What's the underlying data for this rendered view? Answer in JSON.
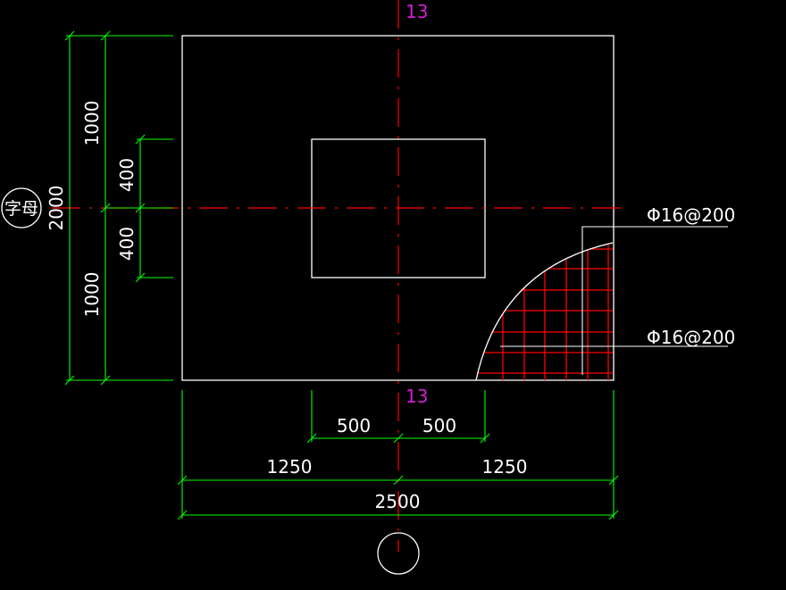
{
  "drawing": {
    "axis_label_top": "13",
    "axis_label_bottom": "13",
    "bubble_text": "字母",
    "rebar_upper": "Φ16@200",
    "rebar_lower": "Φ16@200"
  },
  "dimensions": {
    "horizontal": {
      "col_left": "500",
      "col_right": "500",
      "half_left": "1250",
      "half_right": "1250",
      "total": "2500"
    },
    "vertical": {
      "top": "1000",
      "bottom": "1000",
      "col_top": "400",
      "col_bottom": "400",
      "total": "2000"
    }
  },
  "colors": {
    "background": "#000000",
    "outline": "#ffffff",
    "dimension_lines": "#00ff00",
    "center_lines": "#ff0000",
    "axis_labels": "#d020d0",
    "rebar_grid": "#ff0000"
  }
}
